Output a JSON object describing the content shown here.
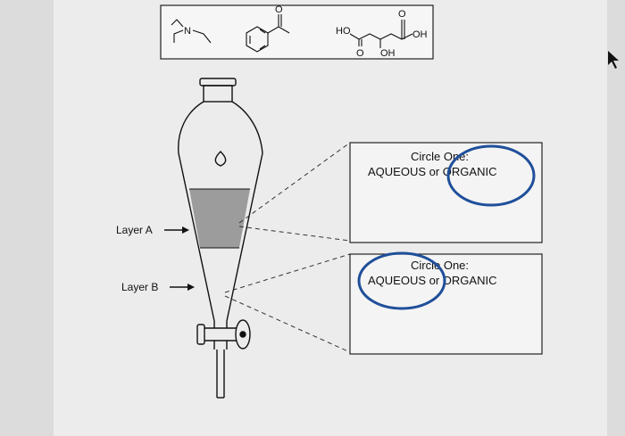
{
  "molecules": {
    "amine_atom": "N",
    "ketone_oxygen": "O",
    "acid": {
      "ho_left": "HO",
      "o_top": "O",
      "oh_right": "OH",
      "o_bottom": "O",
      "oh_bottom": "OH"
    }
  },
  "layers": {
    "a_label": "Layer A",
    "b_label": "Layer B"
  },
  "box_a": {
    "title": "Circle One:",
    "options": "AQUEOUS or ORGANIC",
    "circled": "ORGANIC"
  },
  "box_b": {
    "title": "Circle One:",
    "options": "AQUEOUS or ORGANIC",
    "circled": "AQUEOUS"
  },
  "colors": {
    "circle": "#1f4f9a",
    "layer_a_fill": "#9c9c9c",
    "background": "#dcdcdc",
    "paper": "#f2f2f2"
  }
}
